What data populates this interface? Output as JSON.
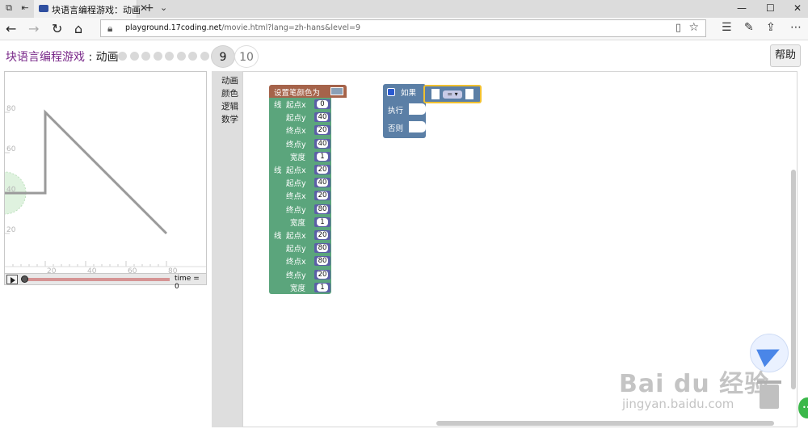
{
  "browser": {
    "tab_title": "块语言编程游戏：动画",
    "tab_close": "✕",
    "new_tab": "+",
    "tab_menu": "⌄",
    "url_domain": "playground.17coding.net",
    "url_path": "/movie.html?lang=zh-hans&level=9",
    "minimize": "—",
    "maximize": "☐",
    "close": "✕"
  },
  "page": {
    "title_main": "块语言编程游戏",
    "title_sep": " : ",
    "title_sub": "动画",
    "current_level": "9",
    "next_level": "10",
    "help_label": "帮助"
  },
  "canvas": {
    "y_ticks": [
      "80",
      "60",
      "40",
      "20"
    ],
    "x_ticks": [
      "20",
      "40",
      "60",
      "80"
    ],
    "time_label": "time = 0"
  },
  "toolbox": {
    "categories": [
      "动画",
      "颜色",
      "逻辑",
      "数学"
    ]
  },
  "blocks": {
    "pen_color": "设置笔颜色为",
    "line": "线",
    "start_x": "起点x",
    "start_y": "起点y",
    "end_x": "终点x",
    "end_y": "终点y",
    "width": "宽度",
    "lines": [
      {
        "sx": "0",
        "sy": "40",
        "ex": "20",
        "ey": "40",
        "w": "1"
      },
      {
        "sx": "20",
        "sy": "40",
        "ex": "20",
        "ey": "80",
        "w": "1"
      },
      {
        "sx": "20",
        "sy": "80",
        "ex": "80",
        "ey": "20",
        "w": "1"
      }
    ],
    "if_label": "如果",
    "do_label": "执行",
    "else_label": "否则",
    "eq_op": "= ▾"
  },
  "watermark": {
    "brand": "Bai du 经验",
    "site": "jingyan.baidu.com"
  },
  "colors": {
    "title_purple": "#7a2a8a",
    "block_brown": "#a5634a",
    "block_green": "#5ba57c",
    "block_number": "#5b5fa6",
    "block_logic": "#5b7fa6"
  }
}
